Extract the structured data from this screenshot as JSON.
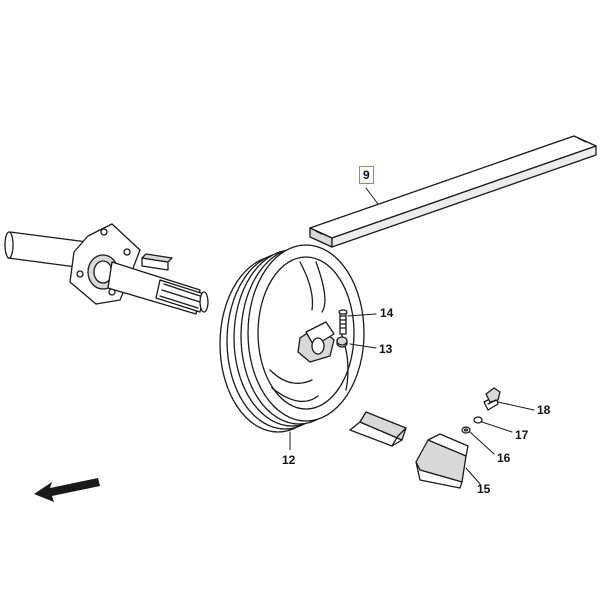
{
  "diagram": {
    "labels": {
      "p9": "9",
      "p12": "12",
      "p13": "13",
      "p14": "14",
      "p15": "15",
      "p16": "16",
      "p17": "17",
      "p18": "18"
    },
    "colors": {
      "line": "#1a1a1a",
      "fill_light": "#ffffff",
      "fill_shade": "#d9d9d9",
      "highlight": "#6aa84f"
    },
    "direction_arrow_icon": "arrow-left-icon"
  }
}
